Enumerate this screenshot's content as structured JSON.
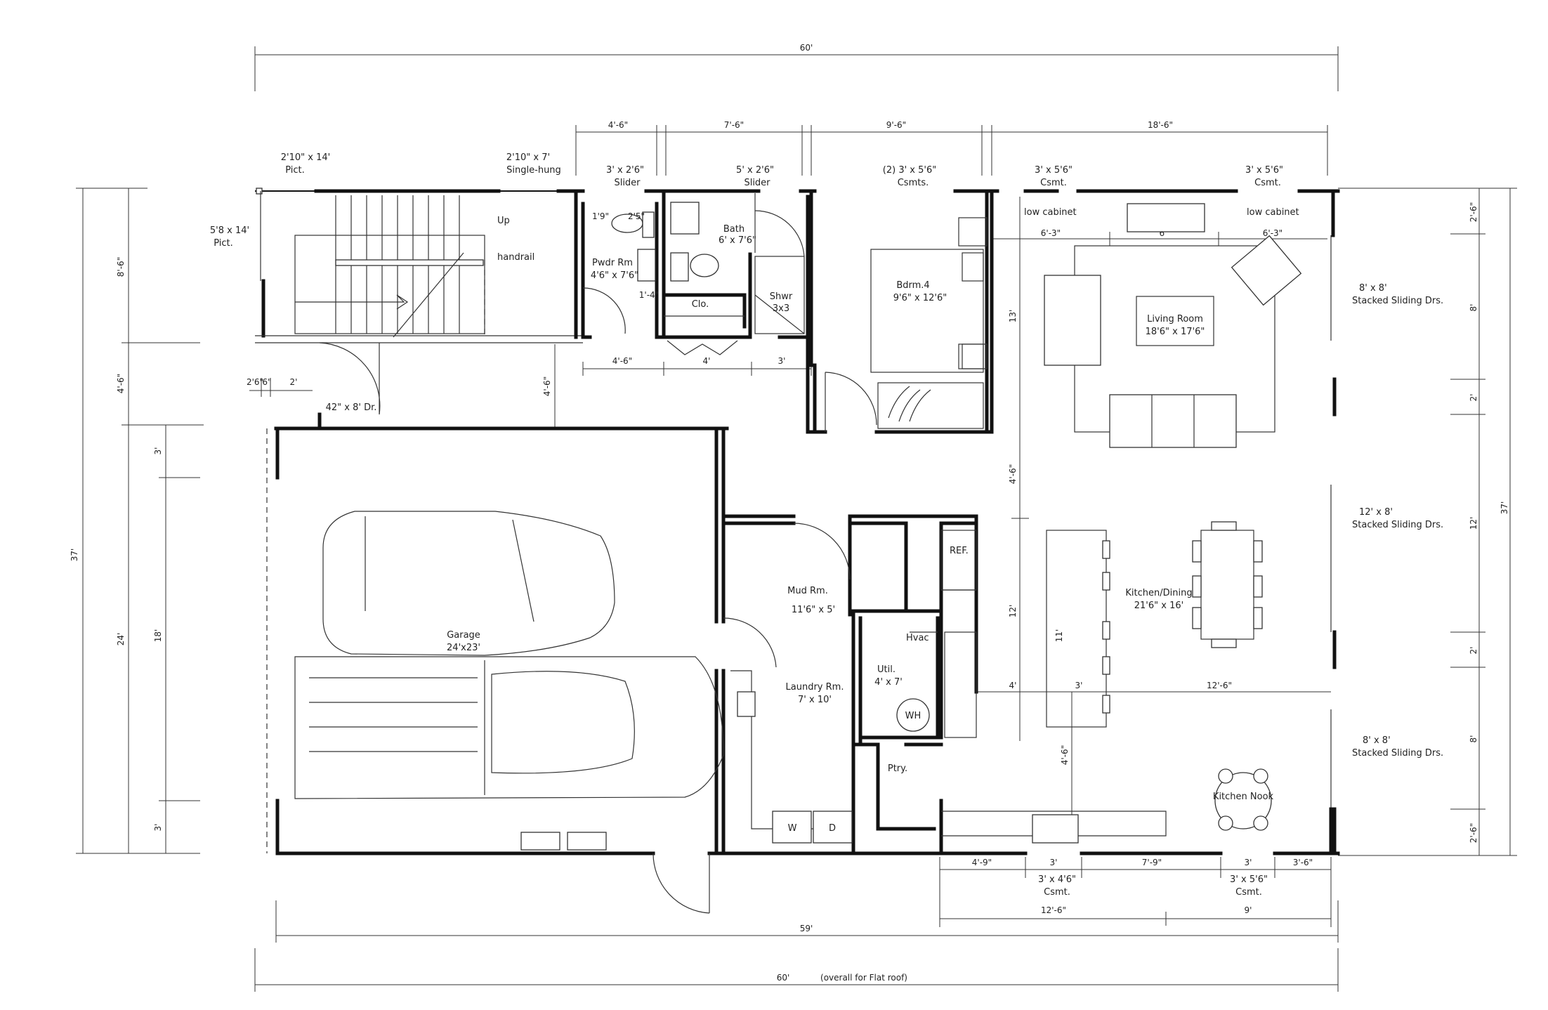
{
  "overall": {
    "top_width": "60'",
    "bottom_width": "59'",
    "bottom_overall": "60'",
    "bottom_overall_note": "(overall for Flat roof)",
    "left_height": "37'",
    "right_height": "37'"
  },
  "top_dims": [
    "4'-6\"",
    "7'-6\"",
    "9'-6\"",
    "18'-6\""
  ],
  "windows": {
    "pict1": {
      "size": "2'10\" x 14'",
      "type": "Pict."
    },
    "single_hung": {
      "size": "2'10\" x 7'",
      "type": "Single-hung"
    },
    "slider1": {
      "size": "3' x 2'6\"",
      "type": "Slider"
    },
    "slider2": {
      "size": "5' x 2'6\"",
      "type": "Slider"
    },
    "csmts_pair": {
      "size": "(2) 3' x 5'6\"",
      "type": "Csmts."
    },
    "csmt1": {
      "size": "3' x 5'6\"",
      "type": "Csmt."
    },
    "csmt2": {
      "size": "3' x 5'6\"",
      "type": "Csmt."
    },
    "pict_left": {
      "size": "5'8 x 14'",
      "type": "Pict."
    },
    "csmt_bottom1": {
      "size": "3' x 4'6\"",
      "type": "Csmt."
    },
    "csmt_bottom2": {
      "size": "3' x 5'6\"",
      "type": "Csmt."
    },
    "door_entry": "42\" x 8' Dr."
  },
  "sliding_doors": [
    {
      "size": "8' x 8'",
      "type": "Stacked Sliding Drs."
    },
    {
      "size": "12' x 8'",
      "type": "Stacked Sliding Drs."
    },
    {
      "size": "8' x 8'",
      "type": "Stacked Sliding Drs."
    }
  ],
  "rooms": {
    "pwdr": {
      "name": "Pwdr Rm",
      "size": "4'6\" x 7'6\""
    },
    "bath": {
      "name": "Bath",
      "size": "6' x 7'6\""
    },
    "shwr": {
      "name": "Shwr",
      "size": "3x3"
    },
    "clo": {
      "name": "Clo."
    },
    "bdrm": {
      "name": "Bdrm.4",
      "size": "9'6\" x 12'6\""
    },
    "living": {
      "name": "Living Room",
      "size": "18'6\" x 17'6\""
    },
    "garage": {
      "name": "Garage",
      "size": "24'x23'"
    },
    "mud": {
      "name": "Mud Rm.",
      "size": "11'6\" x 5'"
    },
    "laundry": {
      "name": "Laundry Rm.",
      "size": "7' x 10'"
    },
    "util": {
      "name": "Util.",
      "size": "4' x 7'"
    },
    "kitchen": {
      "name": "Kitchen/Dining",
      "size": "21'6\" x 16'"
    },
    "nook": {
      "name": "Kitchen Nook"
    },
    "ptry": {
      "name": "Ptry."
    }
  },
  "labels": {
    "up": "Up",
    "handrail": "handrail",
    "low_cabinet_1": "low cabinet",
    "low_cabinet_2": "low cabinet",
    "ref": "REF.",
    "hvac": "Hvac",
    "wh": "WH",
    "washer": "W",
    "dryer": "D"
  },
  "inner_dims": {
    "d_1_9": "1'9\"",
    "d_2_5": "2'5\"",
    "d_1_4": "1'-4\"",
    "pw_bottom": "4'-6\"",
    "clo_bottom": "4'",
    "sh_bottom": "3'",
    "stair_gap": "4'-6\"",
    "bd_height": "13'",
    "lv_63a": "6'-3\"",
    "lv_6": "6'",
    "lv_63b": "6'-3\"",
    "k_46": "4'-6\"",
    "k_12": "12'",
    "k_11": "11'",
    "k_4": "4'",
    "k_3": "3'",
    "k_126": "12'-6\"",
    "k_46b": "4'-6\"",
    "ent_a": "2'6\"",
    "ent_b": "6\"",
    "ent_c": "2'"
  },
  "left_dims": {
    "outer": [
      "8'-6\"",
      "4'-6\"",
      "24'"
    ],
    "inner": [
      "3'",
      "18'",
      "3'"
    ]
  },
  "right_dims": [
    "2'-6\"",
    "8'",
    "2'",
    "12'",
    "2'",
    "8'",
    "2'-6\""
  ],
  "bottom_dims": [
    "4'-9\"",
    "3'",
    "7'-9\"",
    "3'",
    "3'-6\""
  ],
  "bottom_dims2": [
    "12'-6\"",
    "9'"
  ]
}
